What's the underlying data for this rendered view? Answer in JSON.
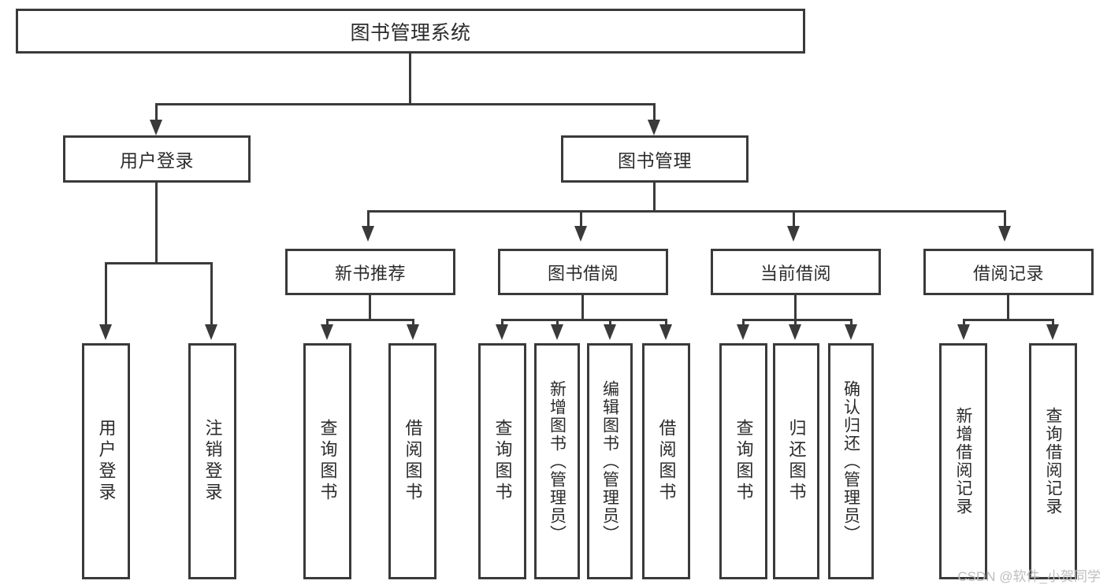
{
  "diagram": {
    "title": "图书管理系统",
    "type": "hierarchy-tree",
    "colors": {
      "line": "#3a3a3a",
      "box_border": "#3a3a3a",
      "box_fill": "#ffffff",
      "text": "#2b2b2b",
      "watermark": "#bdbdbd",
      "background": "#ffffff"
    },
    "root": {
      "label": "图书管理系统"
    },
    "level1": [
      {
        "label": "用户登录"
      },
      {
        "label": "图书管理"
      }
    ],
    "level2": [
      {
        "label": "新书推荐"
      },
      {
        "label": "图书借阅"
      },
      {
        "label": "当前借阅"
      },
      {
        "label": "借阅记录"
      }
    ],
    "leaves": {
      "user_login": [
        {
          "label": "用户登录"
        },
        {
          "label": "注销登录"
        }
      ],
      "new_book_recommend": [
        {
          "label": "查询图书"
        },
        {
          "label": "借阅图书"
        }
      ],
      "book_borrow": [
        {
          "label": "查询图书"
        },
        {
          "label": "新增图书（管理员）"
        },
        {
          "label": "编辑图书（管理员）"
        },
        {
          "label": "借阅图书"
        }
      ],
      "current_borrow": [
        {
          "label": "查询图书"
        },
        {
          "label": "归还图书"
        },
        {
          "label": "确认归还（管理员）"
        }
      ],
      "borrow_record": [
        {
          "label": "新增借阅记录"
        },
        {
          "label": "查询借阅记录"
        }
      ]
    }
  },
  "watermark": {
    "text": "CSDN @软件_小贺同学"
  }
}
